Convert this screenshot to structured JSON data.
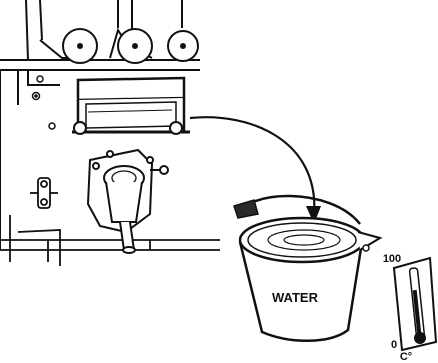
{
  "bucket": {
    "label": "WATER"
  },
  "thermometer": {
    "max_label": "100",
    "min_label": "0",
    "unit_label": "C°"
  },
  "colors": {
    "ink": "#111111",
    "paper": "#ffffff",
    "shadow": "#2a2a2a"
  }
}
